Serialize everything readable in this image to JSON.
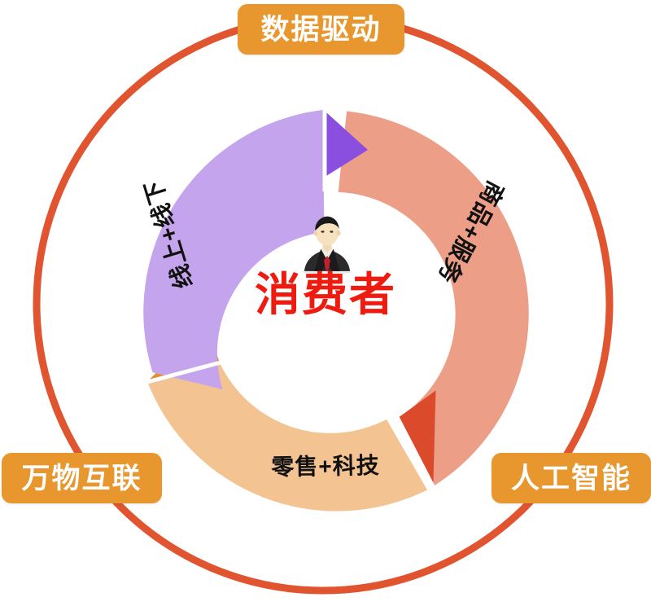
{
  "diagram": {
    "title_center": "消费者",
    "center_icon": "businessman-avatar-icon",
    "outer_ring_color": "#E0552F",
    "label_box_color": "#E8972F",
    "center_text_color": "#EE1C10"
  },
  "outer_labels": [
    {
      "id": "top",
      "text": "数据驱动"
    },
    {
      "id": "left",
      "text": "万物互联"
    },
    {
      "id": "right",
      "text": "人工智能"
    }
  ],
  "segments": [
    {
      "id": "goods-services",
      "text": "商品+服务",
      "color": "#EC9E86",
      "arrow_color": "#DB4B2B",
      "position": "right"
    },
    {
      "id": "retail-tech",
      "text": "零售+科技",
      "color": "#F3C391",
      "arrow_color": "#E2902F",
      "position": "bottom"
    },
    {
      "id": "online-offline",
      "text": "线上+线下",
      "color": "#C3A4ED",
      "arrow_color": "#8B4FE0",
      "position": "left"
    }
  ]
}
